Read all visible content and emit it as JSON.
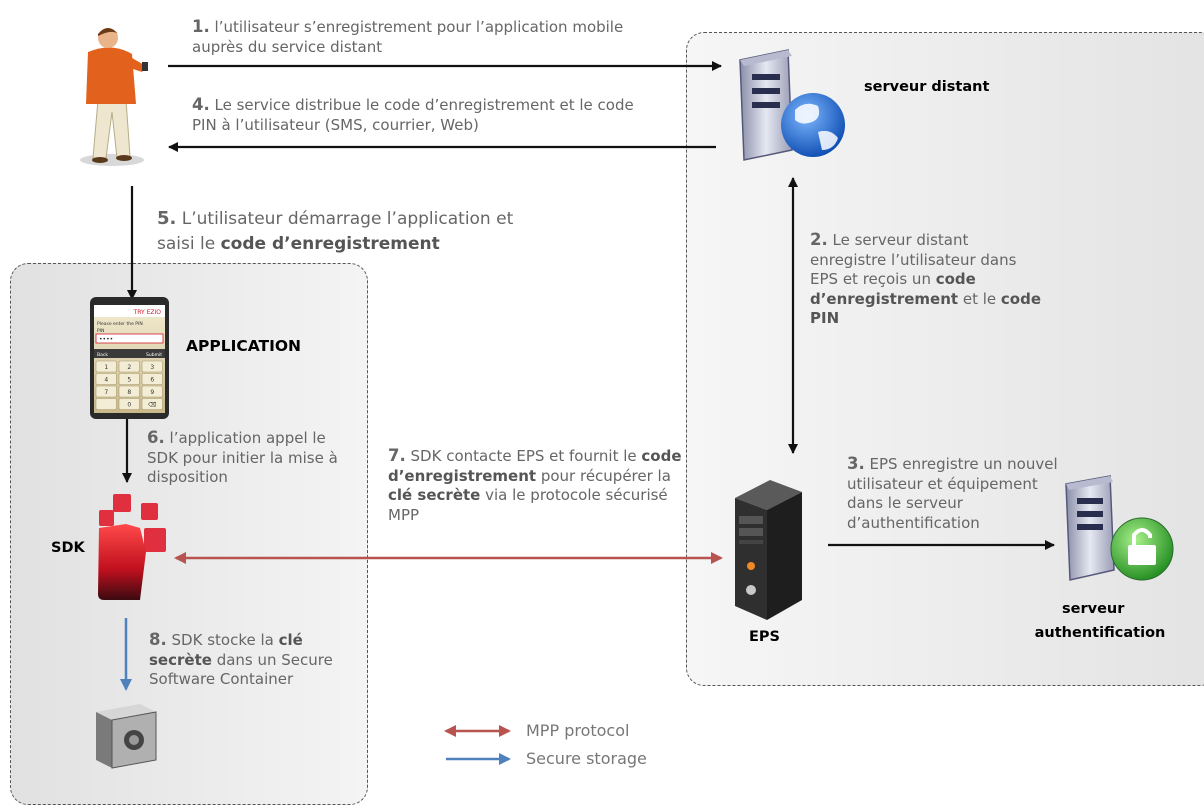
{
  "colors": {
    "black_arrow": "#111111",
    "mpp_arrow": "#b85450",
    "storage_arrow": "#4f81bd",
    "step_text": "#666666"
  },
  "icons": {
    "user": "person-with-phone-icon",
    "remote_server": "server-globe-icon",
    "app": "mobile-app-keypad-icon",
    "sdk": "sdk-phone-icon",
    "eps": "tower-server-icon",
    "auth_server": "server-lock-icon",
    "storage": "safe-vault-icon"
  },
  "labels": {
    "remote_server": "serveur distant",
    "application": "APPLICATION",
    "sdk": "SDK",
    "eps": "EPS",
    "auth_server_line1": "serveur",
    "auth_server_line2": "authentification"
  },
  "steps": {
    "s1": {
      "num": "1.",
      "text": "l’utilisateur s’enregistrement pour l’application mobile auprès du service distant"
    },
    "s2": {
      "num": "2.",
      "t1": "Le serveur distant enregistre l’utilisateur dans EPS et reçois un",
      "b1": "code d’enregistrement",
      "t2": "et le",
      "b2": "code PIN"
    },
    "s3": {
      "num": "3.",
      "text": "EPS enregistre un nouvel utilisateur et équipement dans le serveur d’authentification"
    },
    "s4": {
      "num": "4.",
      "text": "Le service distribue le code d’enregistrement et le code PIN à l’utilisateur (SMS, courrier, Web)"
    },
    "s5": {
      "num": "5.",
      "t1": "L’utilisateur démarrage l’application et saisi le",
      "b1": "code d’enregistrement"
    },
    "s6": {
      "num": "6.",
      "text": "l’application appel le SDK pour initier la mise à disposition"
    },
    "s7": {
      "num": "7.",
      "t1": "SDK contacte EPS et fournit le",
      "b1": "code d’enregistrement",
      "t2": "pour récupérer la",
      "b2": "clé secrète",
      "t3": "via le protocole sécurisé MPP"
    },
    "s8": {
      "num": "8.",
      "t1": "SDK stocke la",
      "b1": "clé secrète",
      "t2": "dans un Secure Software Container"
    }
  },
  "app_screen": {
    "header": "TRY EZIO",
    "prompt": "Please enter the PIN",
    "pin_label": "PIN",
    "pin_value": "••••",
    "back": "Back",
    "submit": "Submit",
    "keys": [
      "1",
      "2",
      "3",
      "4",
      "5",
      "6",
      "7",
      "8",
      "9",
      "",
      "0",
      "⌫"
    ]
  },
  "legend": {
    "mpp": "MPP protocol",
    "storage": "Secure storage"
  }
}
